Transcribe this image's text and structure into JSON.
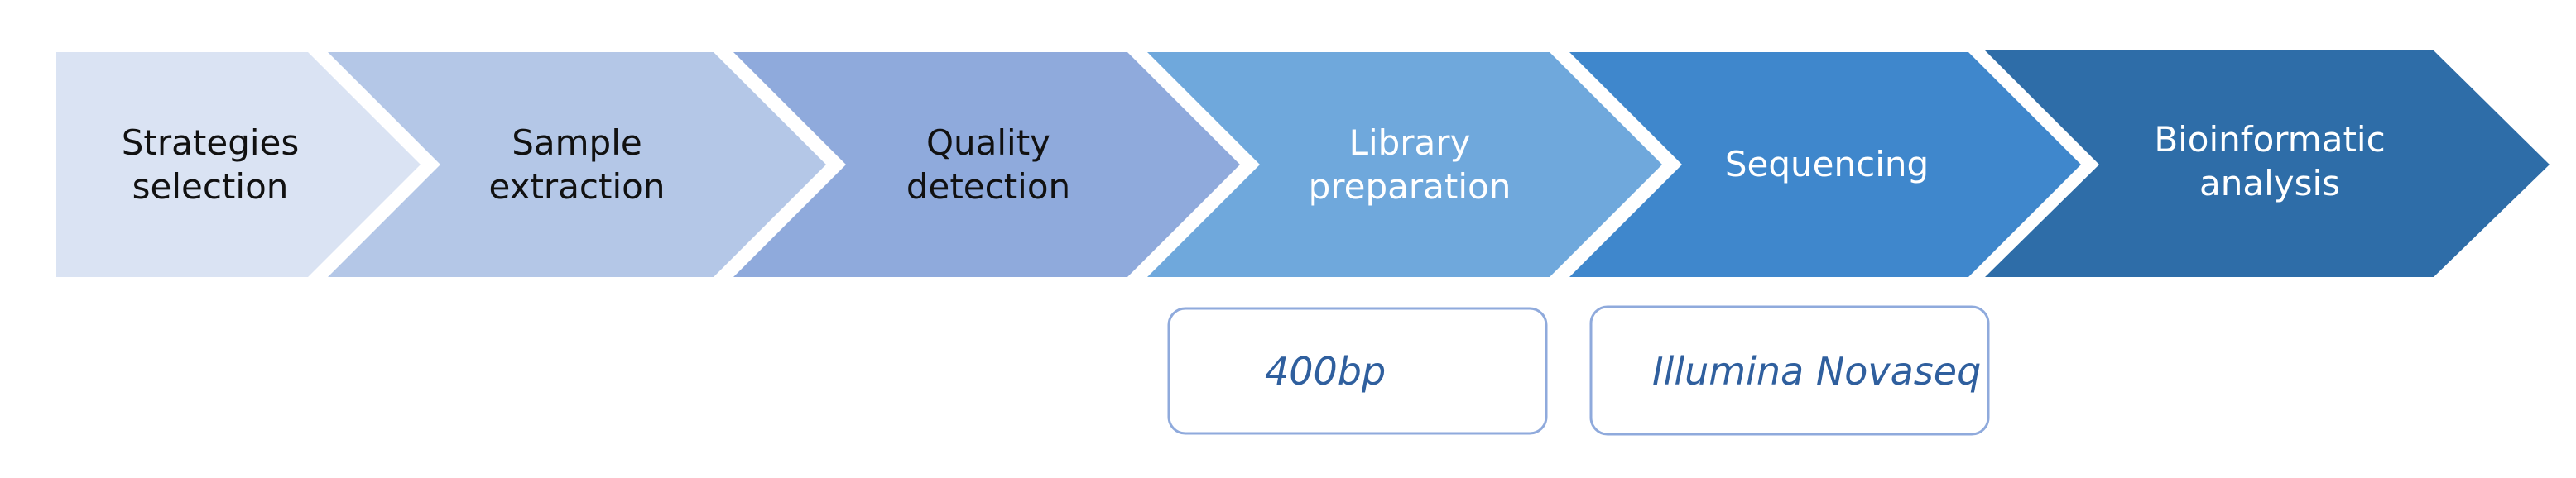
{
  "steps": [
    {
      "line1": "Strategies",
      "line2": "selection",
      "fill": "#dae3f3",
      "text_color": "#111111"
    },
    {
      "line1": "Sample",
      "line2": "extraction",
      "fill": "#b4c7e7",
      "text_color": "#111111"
    },
    {
      "line1": "Quality",
      "line2": "detection",
      "fill": "#8faadc",
      "text_color": "#111111"
    },
    {
      "line1": "Library",
      "line2": "preparation",
      "fill": "#6fa8dc",
      "text_color": "#ffffff"
    },
    {
      "line1": "Sequencing",
      "line2": "",
      "fill": "#3f87cc",
      "text_color": "#ffffff"
    },
    {
      "line1": "Bioinformatic",
      "line2": "analysis",
      "fill": "#2e6da8",
      "text_color": "#ffffff"
    }
  ],
  "notes": [
    {
      "text": "400bp"
    },
    {
      "text": "Illumina Novaseq"
    }
  ],
  "colors": {
    "note_border": "#8faadc",
    "note_text": "#2f5f9e"
  }
}
